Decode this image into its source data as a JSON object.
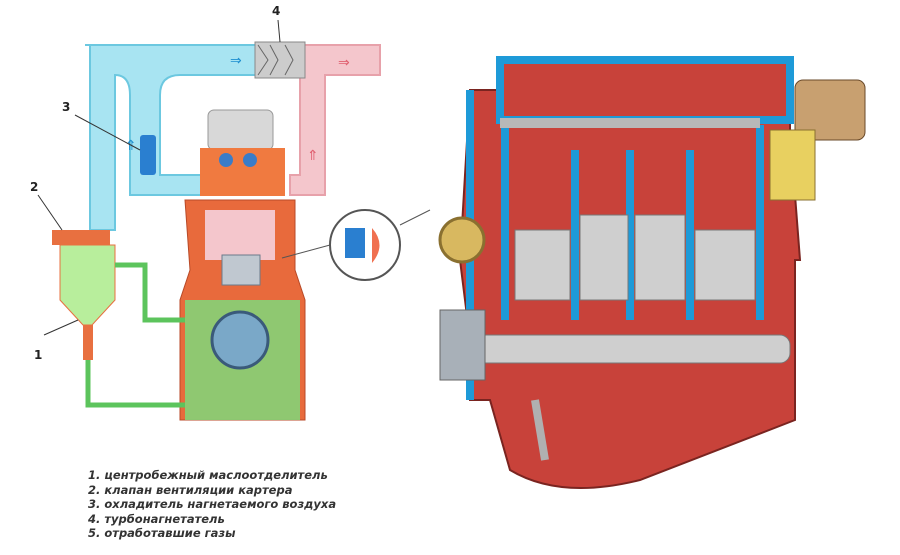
{
  "callouts": {
    "n1": "1",
    "n2": "2",
    "n3": "3",
    "n4": "4"
  },
  "legend": [
    "1. центробежный маслоотделитель",
    "2. клапан вентиляции картера",
    "3. охладитель нагнетаемого воздуха",
    "4. турбонагнетатель",
    "5. отработавшие газы"
  ],
  "colors": {
    "intake": "#a8e4f2",
    "exhaust": "#f4c6cc",
    "oil": "#7fd87a",
    "block": "#e8603c",
    "cutaway_red": "#c8423a",
    "cutaway_blue": "#1e9ad8"
  }
}
